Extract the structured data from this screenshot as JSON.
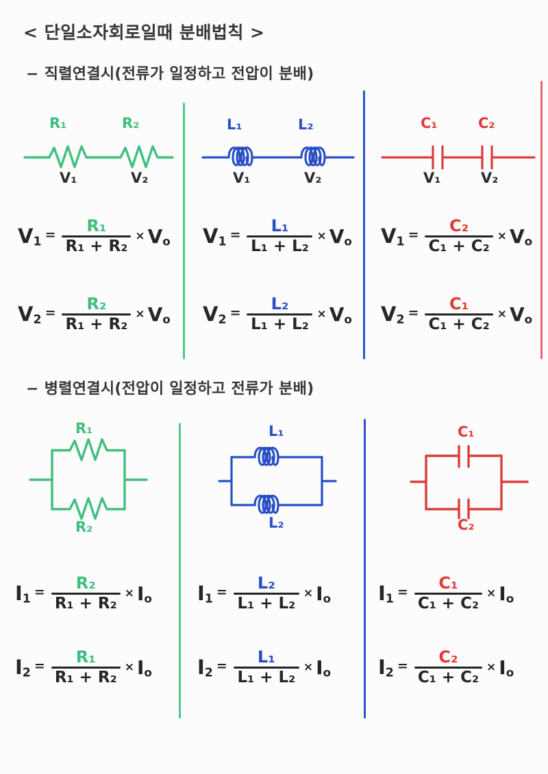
{
  "page": {
    "title": "< 단일소자회로일때 분배법칙 >",
    "background_color": "#fcfcfc"
  },
  "colors": {
    "resistor_green": "#3fbf7f",
    "inductor_blue": "#2a4fc4",
    "capacitor_red": "#e03b37",
    "ink_black": "#262626",
    "divider_green": "#4ec98a",
    "divider_blue": "#2a52c6",
    "divider_red": "#e8646a"
  },
  "sections": [
    {
      "id": "series",
      "heading": "− 직렬연결시(전류가 일정하고 전압이 분배)",
      "columns": [
        {
          "id": "series-resistor",
          "element": "resistor",
          "color": "#3fbf7f",
          "circuit_type": "series",
          "labels_top": [
            "R₁",
            "R₂"
          ],
          "labels_bottom": [
            "V₁",
            "V₂"
          ],
          "component_1": "R",
          "component_2": "R",
          "formulas": [
            {
              "lhs": "V",
              "lhs_sub": "1",
              "eq": "=",
              "numerator": "R₁",
              "denominator": "R₁ + R₂",
              "times": "×",
              "rhs": "V",
              "rhs_sub": "o"
            },
            {
              "lhs": "V",
              "lhs_sub": "2",
              "eq": "=",
              "numerator": "R₂",
              "denominator": "R₁ + R₂",
              "times": "×",
              "rhs": "V",
              "rhs_sub": "o"
            }
          ]
        },
        {
          "id": "series-inductor",
          "element": "inductor",
          "color": "#2a4fc4",
          "circuit_type": "series",
          "labels_top": [
            "L₁",
            "L₂"
          ],
          "labels_bottom": [
            "V₁",
            "V₂"
          ],
          "component_1": "L",
          "component_2": "L",
          "formulas": [
            {
              "lhs": "V",
              "lhs_sub": "1",
              "eq": "=",
              "numerator": "L₁",
              "denominator": "L₁ + L₂",
              "times": "×",
              "rhs": "V",
              "rhs_sub": "o"
            },
            {
              "lhs": "V",
              "lhs_sub": "2",
              "eq": "=",
              "numerator": "L₂",
              "denominator": "L₁ + L₂",
              "times": "×",
              "rhs": "V",
              "rhs_sub": "o"
            }
          ]
        },
        {
          "id": "series-capacitor",
          "element": "capacitor",
          "color": "#e03b37",
          "circuit_type": "series",
          "labels_top": [
            "C₁",
            "C₂"
          ],
          "labels_bottom": [
            "V₁",
            "V₂"
          ],
          "component_1": "C",
          "component_2": "C",
          "formulas": [
            {
              "lhs": "V",
              "lhs_sub": "1",
              "eq": "=",
              "numerator": "C₂",
              "denominator": "C₁ + C₂",
              "times": "×",
              "rhs": "V",
              "rhs_sub": "o"
            },
            {
              "lhs": "V",
              "lhs_sub": "2",
              "eq": "=",
              "numerator": "C₁",
              "denominator": "C₁ + C₂",
              "times": "×",
              "rhs": "V",
              "rhs_sub": "o"
            }
          ]
        }
      ]
    },
    {
      "id": "parallel",
      "heading": "− 병렬연결시(전압이 일정하고 전류가 분배)",
      "columns": [
        {
          "id": "parallel-resistor",
          "element": "resistor",
          "color": "#3fbf7f",
          "circuit_type": "parallel",
          "label_top": "R₁",
          "label_bottom": "R₂",
          "formulas": [
            {
              "lhs": "I",
              "lhs_sub": "1",
              "eq": "=",
              "numerator": "R₂",
              "denominator": "R₁ + R₂",
              "times": "×",
              "rhs": "I",
              "rhs_sub": "o"
            },
            {
              "lhs": "I",
              "lhs_sub": "2",
              "eq": "=",
              "numerator": "R₁",
              "denominator": "R₁ + R₂",
              "times": "×",
              "rhs": "I",
              "rhs_sub": "o"
            }
          ]
        },
        {
          "id": "parallel-inductor",
          "element": "inductor",
          "color": "#2a4fc4",
          "circuit_type": "parallel",
          "label_top": "L₁",
          "label_bottom": "L₂",
          "formulas": [
            {
              "lhs": "I",
              "lhs_sub": "1",
              "eq": "=",
              "numerator": "L₂",
              "denominator": "L₁ + L₂",
              "times": "×",
              "rhs": "I",
              "rhs_sub": "o"
            },
            {
              "lhs": "I",
              "lhs_sub": "2",
              "eq": "=",
              "numerator": "L₁",
              "denominator": "L₁ + L₂",
              "times": "×",
              "rhs": "I",
              "rhs_sub": "o"
            }
          ]
        },
        {
          "id": "parallel-capacitor",
          "element": "capacitor",
          "color": "#e03b37",
          "circuit_type": "parallel",
          "label_top": "C₁",
          "label_bottom": "C₂",
          "formulas": [
            {
              "lhs": "I",
              "lhs_sub": "1",
              "eq": "=",
              "numerator": "C₁",
              "denominator": "C₁ + C₂",
              "times": "×",
              "rhs": "I",
              "rhs_sub": "o"
            },
            {
              "lhs": "I",
              "lhs_sub": "2",
              "eq": "=",
              "numerator": "C₂",
              "denominator": "C₁ + C₂",
              "times": "×",
              "rhs": "I",
              "rhs_sub": "o"
            }
          ]
        }
      ]
    }
  ]
}
